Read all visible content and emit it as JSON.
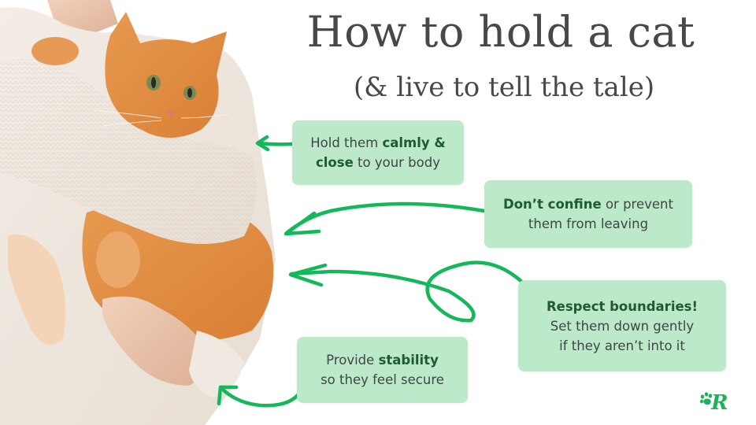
{
  "header": {
    "title": "How to hold a cat",
    "subtitle": "(& live to tell the tale)"
  },
  "photo": {
    "description": "Person in a white knit sweater holding an orange fluffy cat"
  },
  "tips": [
    {
      "id": "calm-close",
      "line1_pre": "Hold them ",
      "line1_bold": "calmly &",
      "line2_bold": "close",
      "line2_post": " to your body"
    },
    {
      "id": "dont-confine",
      "line1_bold": "Don’t confine",
      "line1_post": " or prevent",
      "line2": "them from leaving"
    },
    {
      "id": "respect-boundaries",
      "line1_bold": "Respect boundaries!",
      "line2": "Set them down gently",
      "line3": "if they aren’t into it"
    },
    {
      "id": "stability",
      "line1_pre": "Provide ",
      "line1_bold": "stability",
      "line2": "so they feel secure"
    }
  ],
  "colors": {
    "card_bg": "#bbe9c9",
    "bold_text": "#1f5a34",
    "body_text": "#3d4743",
    "arrow": "#14b85a",
    "title_text": "#46484c",
    "logo": "#1db35a"
  },
  "logo": {
    "letter": "R",
    "icon": "paw-icon"
  }
}
